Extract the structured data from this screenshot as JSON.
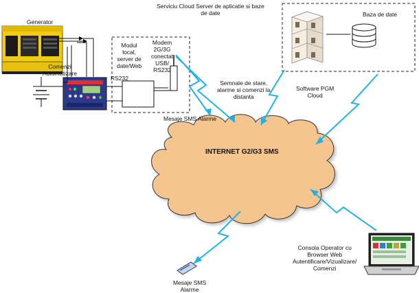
{
  "labels": {
    "generator": "Generator",
    "comenzi_automatizare": "Comenzi\nAutomatizare",
    "modul_local": "Modul\nlocal,\nserver de\ndate/Web",
    "modem": "Modem\n2G/3G\nconectat\nUSB/\nRS232",
    "rs232": "RS232",
    "cloud_server": "Serviciu Cloud Server de aplicatie si baze\nde date",
    "baza_de_date": "Baza de date",
    "software_pgm": "Software PGM\nCloud",
    "semnale": "Semnale de stare,\nalarme si comenzi la\ndistanta",
    "mesaje_sms_top": "Mesaje SMS Alarme",
    "internet": "INTERNET G2/G3 SMS",
    "consola": "Consola Operator cu\nBrowser Web\nAutentificare/Vizualizare/\nComenzi",
    "mesaje_sms_bottom": "Mesaje SMS\nAlarme"
  },
  "colors": {
    "cloud_fill": "#f6c48f",
    "cloud_stroke": "#333333",
    "link_blue": "#1fb2e8",
    "generator_yellow": "#f2cc12"
  }
}
